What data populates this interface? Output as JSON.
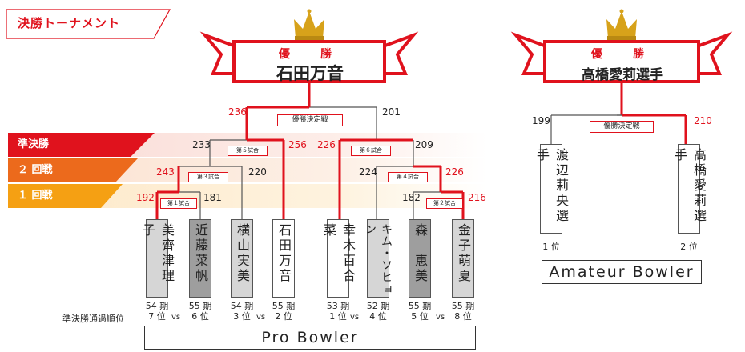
{
  "title": "決勝トーナメント",
  "rounds": [
    "準決勝",
    "２ 回戦",
    "１ 回戦"
  ],
  "pro": {
    "winner_title": "優　勝",
    "winner_name": "石田万音",
    "final_label": "優勝決定戦",
    "final_scores": {
      "left": "236",
      "right": "201"
    },
    "semi": [
      {
        "label": "第５試合",
        "left": "233",
        "right": "256"
      },
      {
        "label": "第６試合",
        "left": "226",
        "right": "209"
      }
    ],
    "round2": [
      {
        "label": "第３試合",
        "left": "243",
        "right": "220"
      },
      {
        "label": "第４試合",
        "left": "224",
        "right": "226"
      }
    ],
    "round1": [
      {
        "label": "第１試合",
        "left": "192",
        "right": "181"
      },
      {
        "label": "第２試合",
        "left": "182",
        "right": "216"
      }
    ],
    "players": [
      {
        "name": "美齊津理子",
        "rank": "54 期\n7 位"
      },
      {
        "name": "近藤菜帆",
        "rank": "55 期\n6 位"
      },
      {
        "name": "横山実美",
        "rank": "54 期\n3 位"
      },
      {
        "name": "石田万音",
        "rank": "55 期\n2 位"
      },
      {
        "name": "幸木百合菜",
        "rank": "53 期\n1 位"
      },
      {
        "name": "キム・ソヒョン",
        "rank": "52 期\n4 位"
      },
      {
        "name": "森　恵美",
        "rank": "55 期\n5 位"
      },
      {
        "name": "金子萌夏",
        "rank": "55 期\n8 位"
      }
    ],
    "vs": "vs",
    "rank_caption": "準決勝通過順位",
    "category": "Pro Bowler"
  },
  "amateur": {
    "winner_title": "優　勝",
    "winner_name": "高橋愛莉選手",
    "final_label": "優勝決定戦",
    "scores": {
      "left": "199",
      "right": "210"
    },
    "players": [
      {
        "name": "渡辺莉央選手",
        "rank": "1 位"
      },
      {
        "name": "高橋愛莉選手",
        "rank": "2 位"
      }
    ],
    "category": "Amateur Bowler"
  },
  "colors": {
    "red": "#e0121d",
    "orange": "#ec6a1c",
    "amber": "#f5a013",
    "gold": "#d7a21a"
  }
}
